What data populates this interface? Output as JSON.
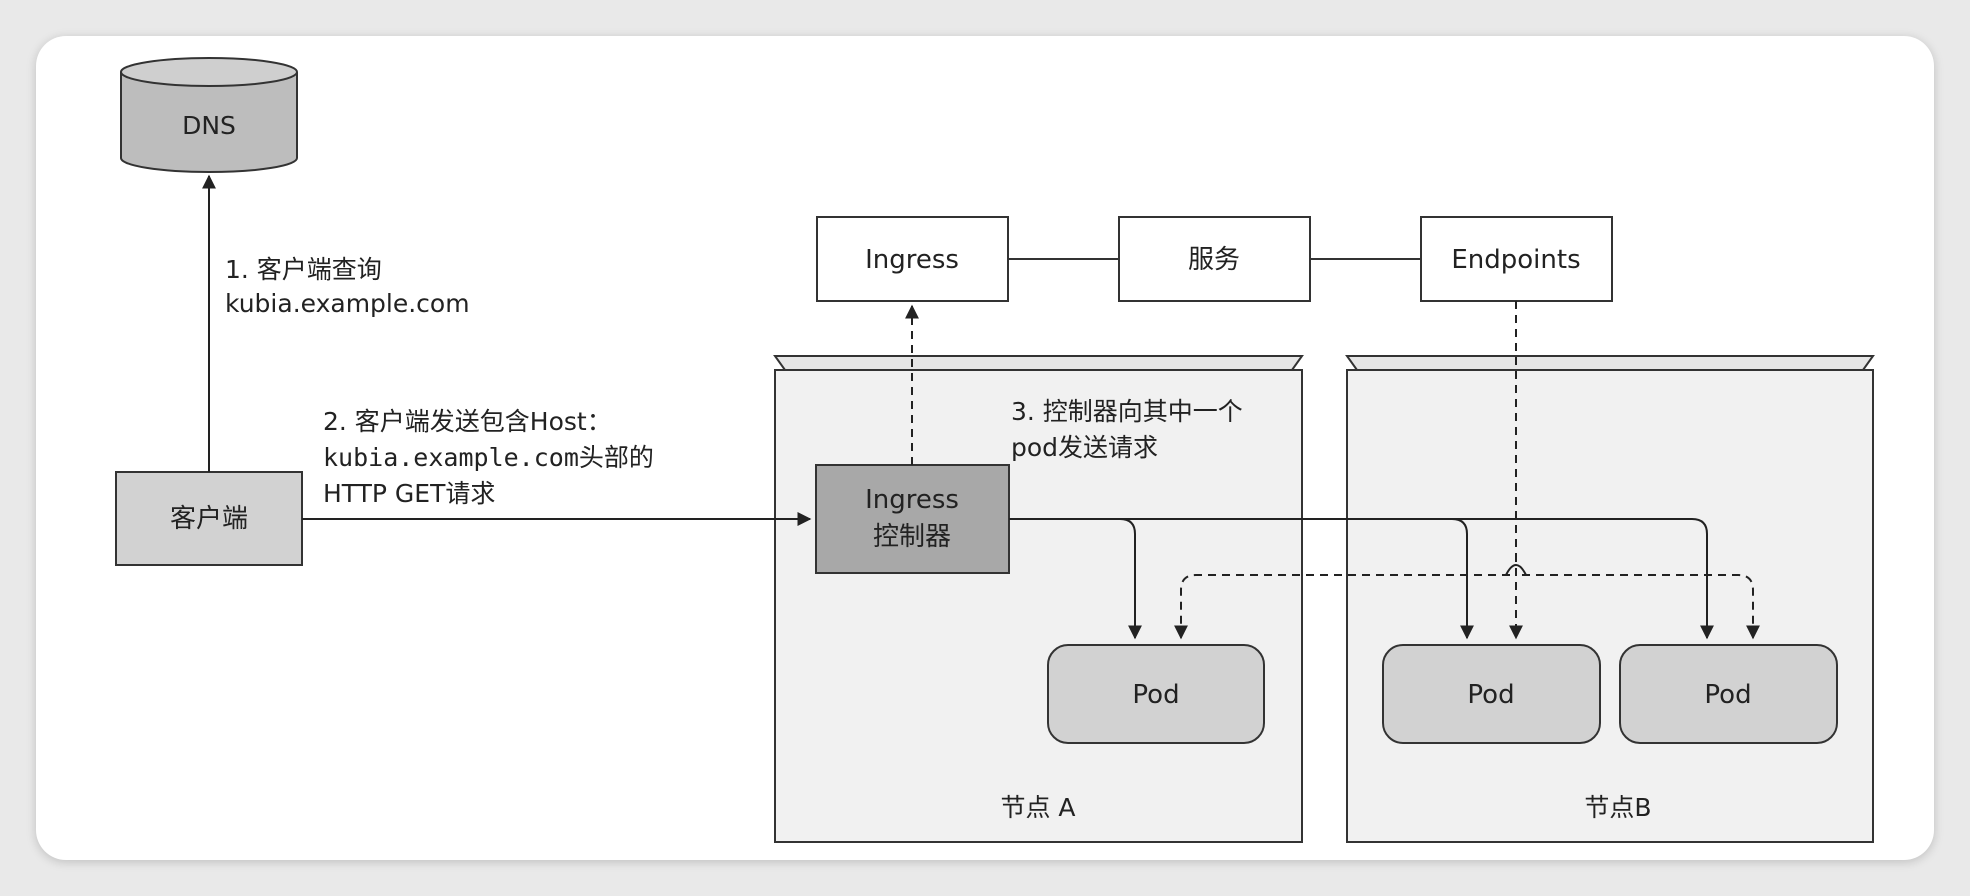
{
  "nodes": {
    "dns": "DNS",
    "client": "客户端",
    "ingress": "Ingress",
    "service": "服务",
    "endpoints": "Endpoints",
    "controller_line1": "Ingress",
    "controller_line2": "控制器",
    "pod_a": "Pod",
    "pod_b1": "Pod",
    "pod_b2": "Pod",
    "node_a": "节点 A",
    "node_b": "节点B"
  },
  "steps": {
    "step1_line1": "1.  客户端查询",
    "step1_line2": "kubia.example.com",
    "step2_line1": "2.  客户端发送包含Host：",
    "step2_line2_mono": "kubia.example.com",
    "step2_line2_rest": "头部的",
    "step2_line3": "HTTP GET请求",
    "step3_line1": "3. 控制器向其中一个",
    "step3_line2": "pod发送请求"
  }
}
